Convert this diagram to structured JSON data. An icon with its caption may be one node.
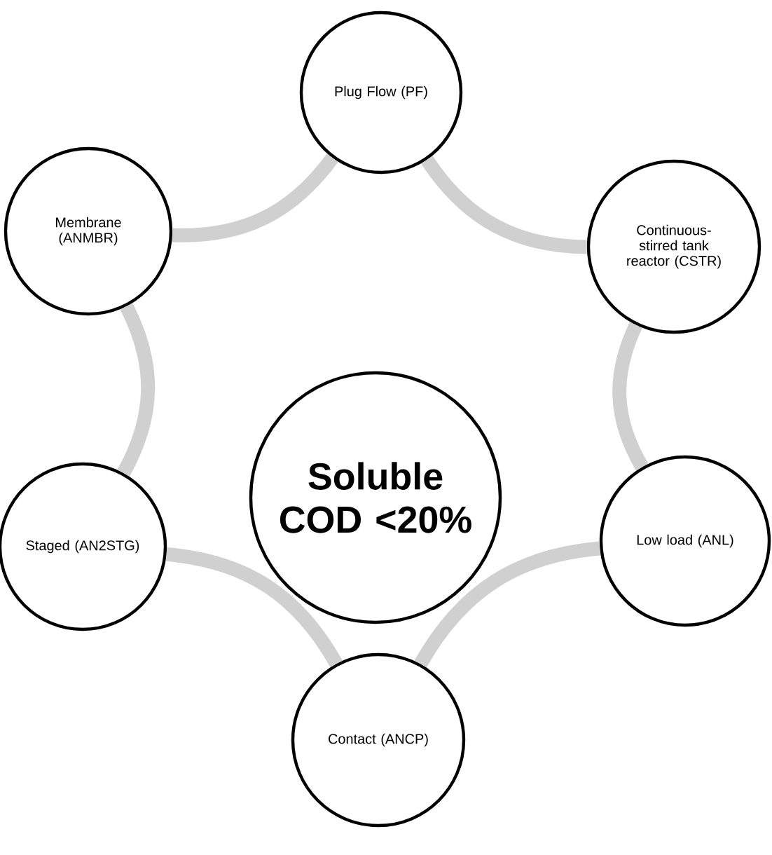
{
  "diagram": {
    "nodes": [
      {
        "text": [
          "Plug Flow (PF)"
        ]
      },
      {
        "text": [
          "Continuous-stirred tank reactor (CSTR)"
        ]
      },
      {
        "text": [
          "Low load (ANL)"
        ]
      },
      {
        "text": [
          "Contact (ANCP)"
        ]
      },
      {
        "text": [
          "Staged (AN2STG)"
        ]
      },
      {
        "text": [
          "Membrane (ANMBR)"
        ]
      },
      {
        "text": [
          "Soluble COD <20%"
        ]
      }
    ],
    "edges": [
      {
        "from": 0,
        "to": 1,
        "arrow": "none"
      },
      {
        "from": 1,
        "to": 2,
        "arrow": "none"
      },
      {
        "from": 2,
        "to": 3,
        "arrow": "none"
      },
      {
        "from": 3,
        "to": 4,
        "arrow": "none"
      },
      {
        "from": 4,
        "to": 5,
        "arrow": "none"
      },
      {
        "from": 5,
        "to": 0,
        "arrow": "none"
      }
    ]
  }
}
